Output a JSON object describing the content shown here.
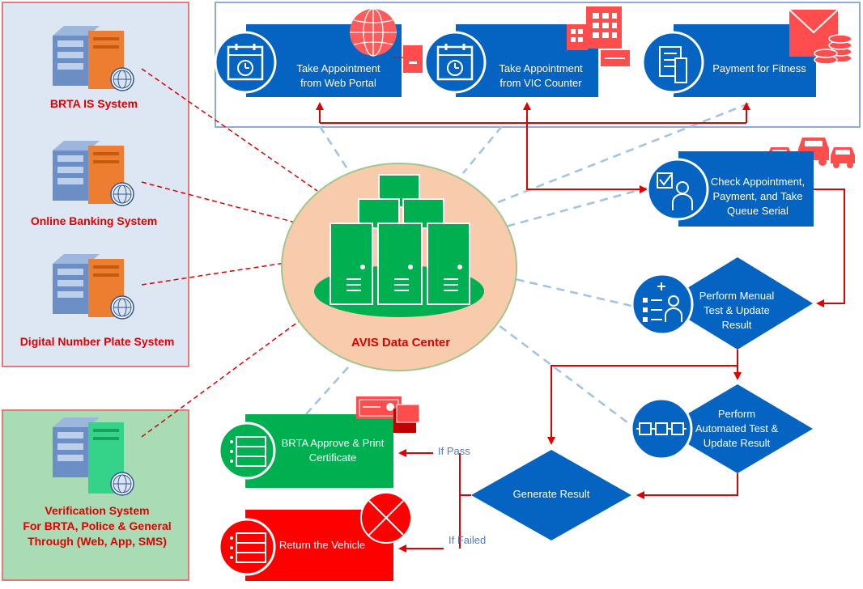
{
  "systems": {
    "brta_is": "BRTA IS System",
    "online_banking": "Online Banking System",
    "digital_plate": "Digital Number Plate System",
    "verification_line1": "Verification System",
    "verification_line2": "For BRTA, Police & General",
    "verification_line3": "Through (Web, App, SMS)"
  },
  "data_center": {
    "label": "AVIS Data Center"
  },
  "steps": {
    "web_portal_line1": "Take Appointment",
    "web_portal_line2": "from Web Portal",
    "vic_line1": "Take Appointment",
    "vic_line2": "from VIC Counter",
    "payment": "Payment for Fitness",
    "check_line1": "Check Appointment,",
    "check_line2": "Payment, and Take",
    "check_line3": "Queue Serial",
    "manual_line1": "Perform Menual",
    "manual_line2": "Test & Update",
    "manual_line3": "Result",
    "auto_line1": "Perform",
    "auto_line2": "Automated Test &",
    "auto_line3": "Update Result",
    "generate": "Generate Result",
    "approve_line1": "BRTA Approve & Print",
    "approve_line2": "Certificate",
    "return": "Return the Vehicle"
  },
  "edges": {
    "pass": "If Pass",
    "failed": "If Failed"
  },
  "colors": {
    "blue": "#0563c1",
    "green": "#00b050",
    "red": "#ff0000",
    "arrow_red": "#e00000",
    "dashed_blue": "#9dc3e6",
    "dc_fill": "#f8cbad"
  }
}
